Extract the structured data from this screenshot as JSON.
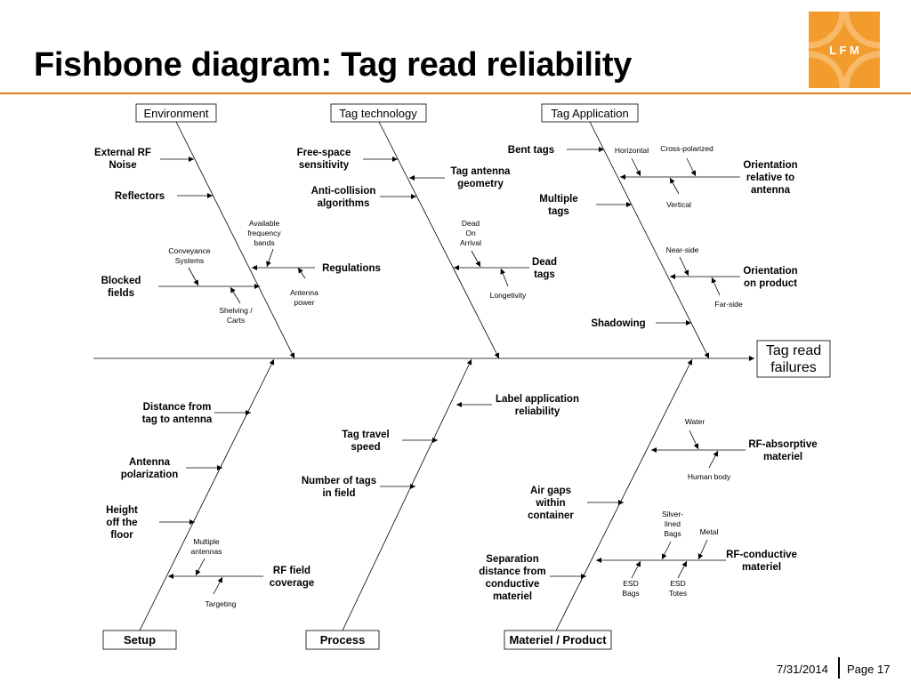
{
  "title": "Fishbone diagram: Tag read reliability",
  "logo": {
    "text": "L F M",
    "color": "#f39c2e"
  },
  "accent_color": "#e07b1f",
  "effect": [
    "Tag read",
    "failures"
  ],
  "categories": {
    "environment": "Environment",
    "tag_technology": "Tag technology",
    "tag_application": "Tag Application",
    "setup": "Setup",
    "process": "Process",
    "materiel_product": "Materiel / Product"
  },
  "causes": {
    "external_rf_noise": [
      "External RF",
      "Noise"
    ],
    "reflectors": [
      "Reflectors"
    ],
    "available_bands": [
      "Available",
      "frequency",
      "bands"
    ],
    "conveyance": [
      "Conveyance",
      "Systems"
    ],
    "regulations": [
      "Regulations"
    ],
    "blocked_fields": [
      "Blocked",
      "fields"
    ],
    "shelving": [
      "Shelving /",
      "Carts"
    ],
    "antenna_power": [
      "Antenna",
      "power"
    ],
    "free_space": [
      "Free-space",
      "sensitivity"
    ],
    "antenna_geometry": [
      "Tag antenna",
      "geometry"
    ],
    "anti_collision": [
      "Anti-collision",
      "algorithms"
    ],
    "doa": [
      "Dead",
      "On",
      "Arrival"
    ],
    "dead_tags": [
      "Dead",
      "tags"
    ],
    "longetivity": [
      "Longetivity"
    ],
    "bent_tags": [
      "Bent tags"
    ],
    "horizontal": [
      "Horizontal"
    ],
    "cross_polarized": [
      "Cross-polarized"
    ],
    "orientation_antenna": [
      "Orientation",
      "relative to",
      "antenna"
    ],
    "multiple_tags": [
      "Multiple",
      "tags"
    ],
    "vertical": [
      "Vertical"
    ],
    "near_side": [
      "Near-side"
    ],
    "orientation_product": [
      "Orientation",
      "on product"
    ],
    "far_side": [
      "Far-side"
    ],
    "shadowing": [
      "Shadowing"
    ],
    "distance": [
      "Distance from",
      "tag to antenna"
    ],
    "antenna_polarization": [
      "Antenna",
      "polarization"
    ],
    "height": [
      "Height",
      "off the",
      "floor"
    ],
    "multiple_antennas": [
      "Multiple",
      "antennas"
    ],
    "rf_field": [
      "RF field",
      "coverage"
    ],
    "targeting": [
      "Targeting"
    ],
    "label_app": [
      "Label application",
      "reliability"
    ],
    "travel_speed": [
      "Tag travel",
      "speed"
    ],
    "num_tags": [
      "Number of tags",
      "in field"
    ],
    "water": [
      "Water"
    ],
    "rf_absorptive": [
      "RF-absorptive",
      "materiel"
    ],
    "human_body": [
      "Human body"
    ],
    "air_gaps": [
      "Air gaps",
      "within",
      "container"
    ],
    "silver_bags": [
      "Silver-",
      "lined",
      "Bags"
    ],
    "metal": [
      "Metal"
    ],
    "rf_conductive": [
      "RF-conductive",
      "materiel"
    ],
    "separation": [
      "Separation",
      "distance from",
      "conductive",
      "materiel"
    ],
    "esd_bags": [
      "ESD",
      "Bags"
    ],
    "esd_totes": [
      "ESD",
      "Totes"
    ]
  },
  "footer": {
    "date": "7/31/2014",
    "page": "Page 17"
  }
}
